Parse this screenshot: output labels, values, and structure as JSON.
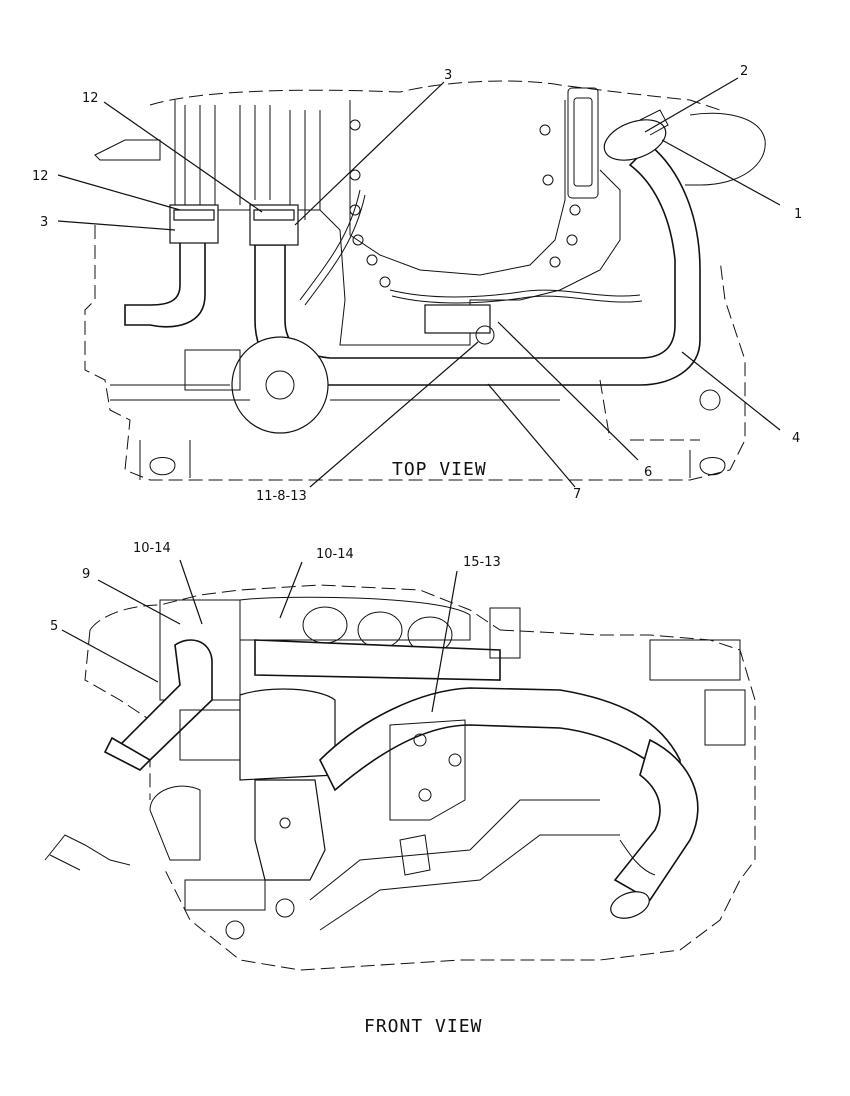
{
  "views": {
    "top": {
      "title": "TOP VIEW",
      "callouts": [
        "12",
        "3",
        "2",
        "12",
        "3",
        "1",
        "4",
        "6",
        "7",
        "11-8-13"
      ]
    },
    "front": {
      "title": "FRONT VIEW",
      "callouts": [
        "10-14",
        "10-14",
        "15-13",
        "9",
        "5"
      ]
    }
  }
}
